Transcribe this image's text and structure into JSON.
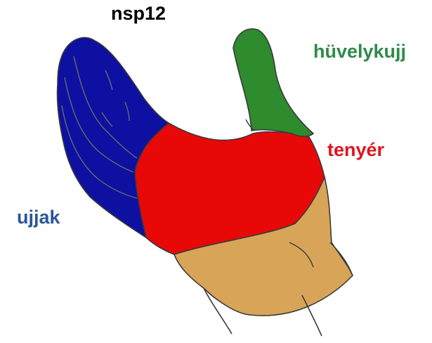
{
  "title": "nsp12",
  "regions": [
    {
      "key": "thumb",
      "label": "hüvelykujj",
      "color": "#2e8b2e",
      "label_color": "#2f8a4a"
    },
    {
      "key": "palm",
      "label": "tenyér",
      "color": "#e80808",
      "label_color": "#e0141e"
    },
    {
      "key": "fingers",
      "label": "ujjak",
      "color": "#0d10a0",
      "label_color": "#2a5699"
    },
    {
      "key": "wrist",
      "label": "",
      "color": "#d8a457"
    }
  ]
}
